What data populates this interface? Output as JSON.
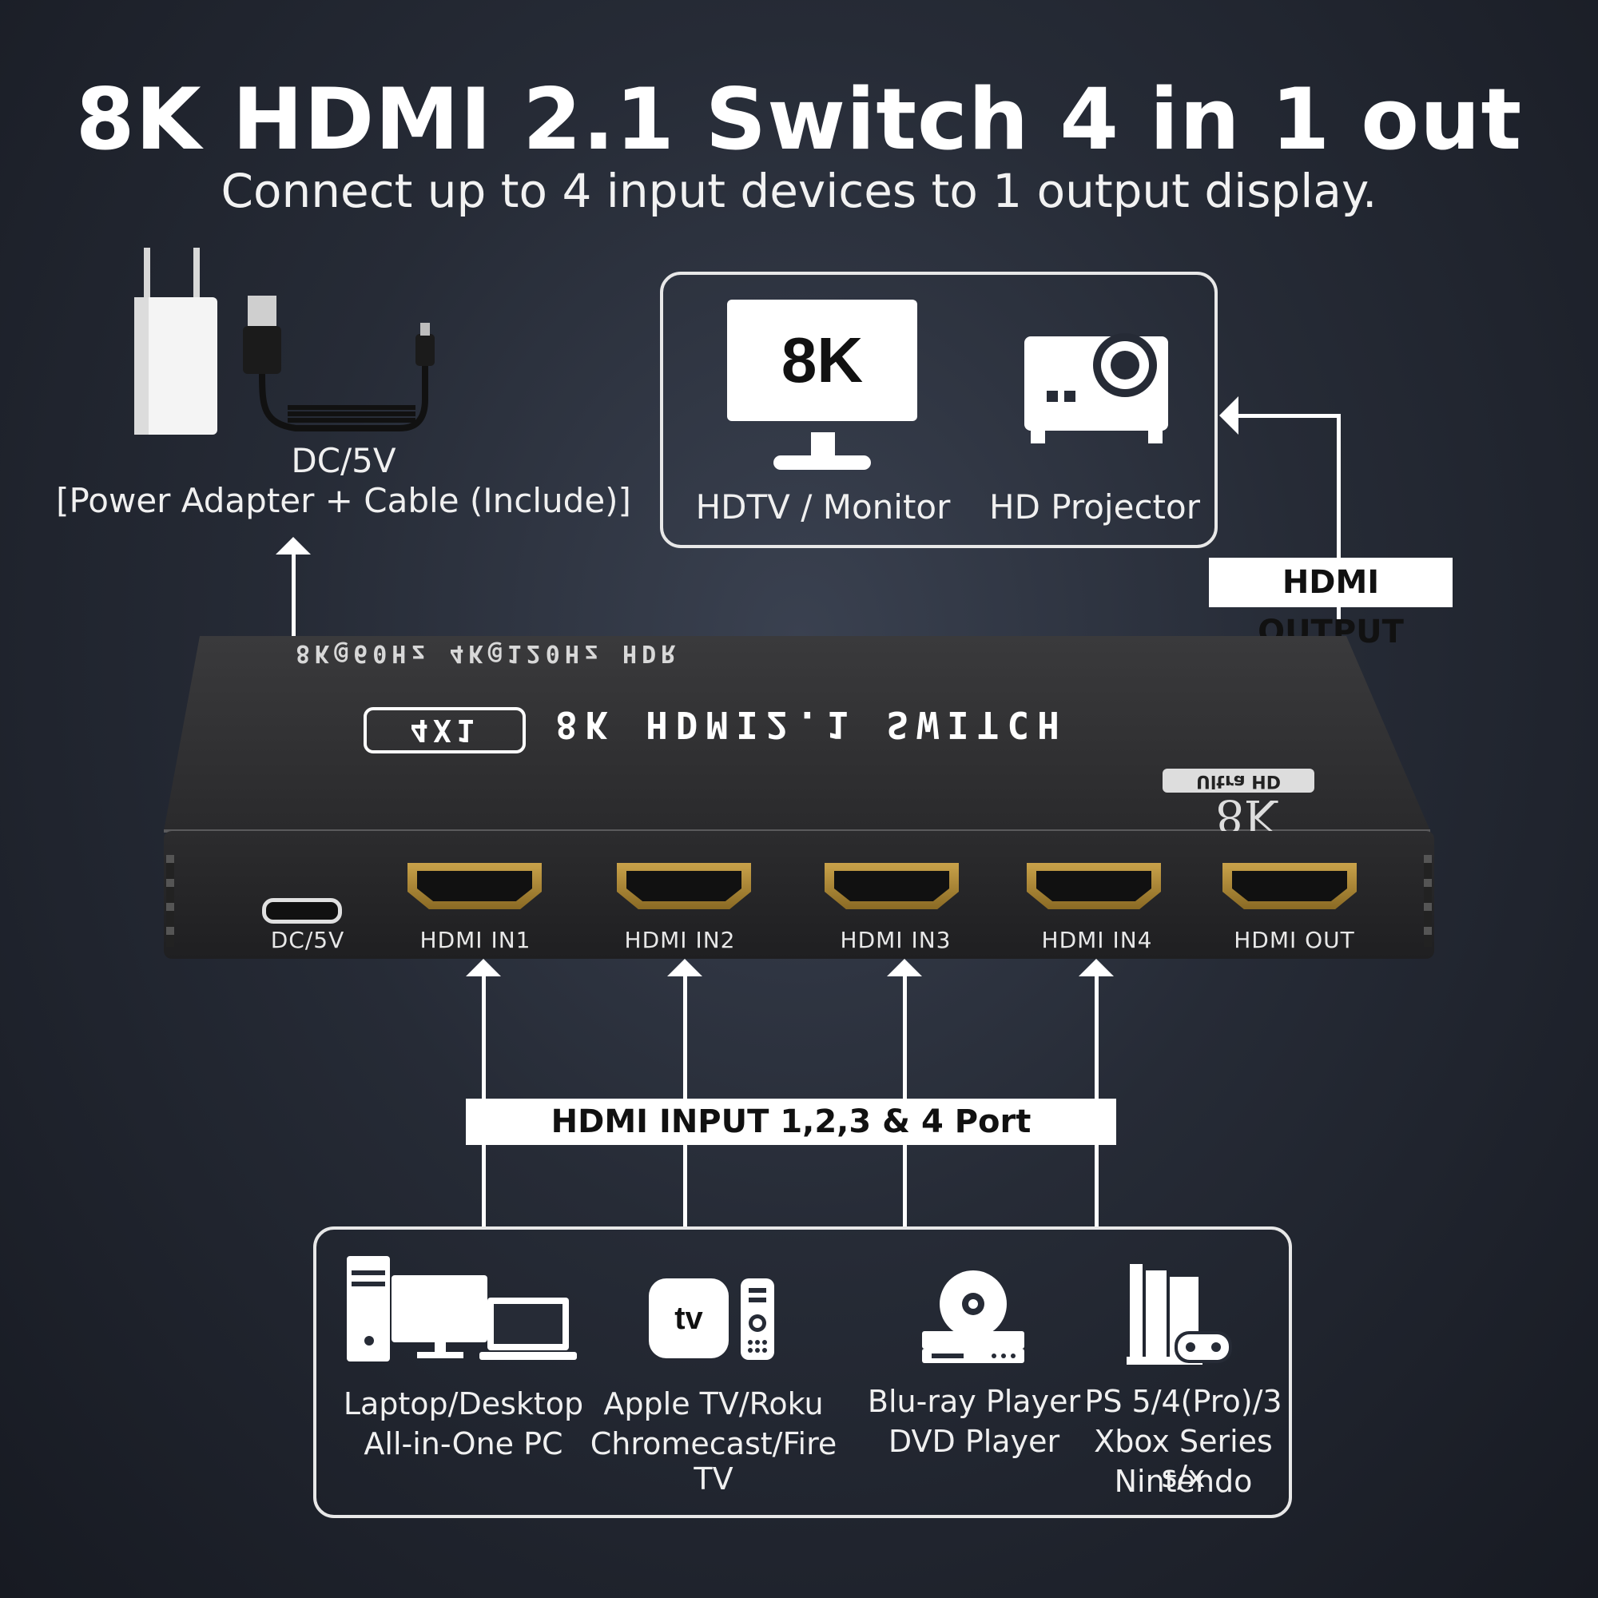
{
  "header": {
    "title": "8K HDMI 2.1 Switch 4 in 1 out",
    "subtitle": "Connect up to 4 input devices to 1 output display."
  },
  "power": {
    "line1": "DC/5V",
    "line2": "[Power Adapter + Cable (Include)]"
  },
  "outputs": {
    "tv_screen_text": "8K",
    "tv_label": "HDTV / Monitor",
    "projector_label": "HD Projector",
    "output_tag": "HDMI OUTPUT"
  },
  "device": {
    "top_spec": "8K@60Hz 4K@120Hz HDR",
    "top_name": "8K HDMI2.1 SWITCH",
    "top_badge": "4X1",
    "logo_big": "8K",
    "logo_small": "Ultra HD",
    "ports": [
      "DC/5V",
      "HDMI IN1",
      "HDMI IN2",
      "HDMI IN3",
      "HDMI IN4",
      "HDMI OUT"
    ]
  },
  "inputs": {
    "input_tag": "HDMI INPUT 1,2,3 & 4 Port",
    "appletv_text": "tv",
    "sources": [
      {
        "line1": "Laptop/Desktop",
        "line2": "All-in-One PC"
      },
      {
        "line1": "Apple TV/Roku",
        "line2": "Chromecast/Fire TV"
      },
      {
        "line1": "Blu-ray Player",
        "line2": "DVD Player"
      },
      {
        "line1": "PS 5/4(Pro)/3",
        "line2": "Xbox Series s/x",
        "line3": "Nintendo"
      }
    ]
  },
  "colors": {
    "background": "#262b36",
    "device_body": "#2a2a2c",
    "port_gold": "#c9a24a",
    "line": "#ffffff"
  }
}
